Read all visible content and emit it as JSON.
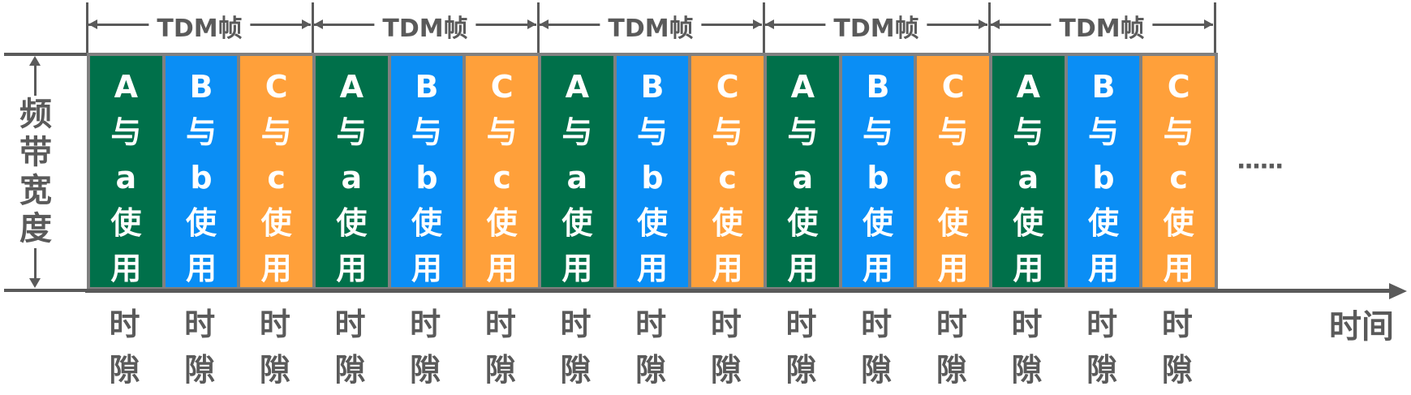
{
  "frame_label": "TDM帧",
  "frame_count": 5,
  "slots": [
    {
      "letter": "A",
      "conj": "与",
      "user": "a",
      "c1": "使",
      "c2": "用",
      "color": "#00704A"
    },
    {
      "letter": "B",
      "conj": "与",
      "user": "b",
      "c1": "使",
      "c2": "用",
      "color": "#0A8EF5"
    },
    {
      "letter": "C",
      "conj": "与",
      "user": "c",
      "c1": "使",
      "c2": "用",
      "color": "#FFA03A"
    }
  ],
  "slot_caption": [
    "时",
    "隙"
  ],
  "y_axis_label": [
    "频",
    "带",
    "宽",
    "度"
  ],
  "x_axis_label": "时间",
  "ellipsis": "······",
  "line_color": "#5a5a5a",
  "border_color": "#808080"
}
